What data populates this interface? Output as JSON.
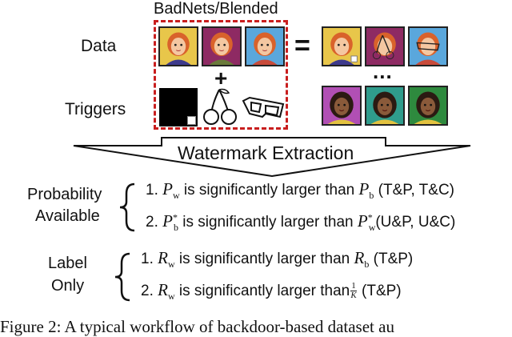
{
  "title": "BadNets/Blended",
  "row_labels": {
    "data": "Data",
    "triggers": "Triggers"
  },
  "equals": "=",
  "plus": "+",
  "ellipsis": "...",
  "banner": "Watermark Extraction",
  "groups": [
    {
      "label_line1": "Probability",
      "label_line2": "Available",
      "items": [
        {
          "num": "1.",
          "lhs": "P",
          "lhs_sub": "w",
          "lhs_sup": "",
          "text": "is significantly larger than",
          "rhs": "P",
          "rhs_sub": "b",
          "rhs_sup": "",
          "tag": "(T&P, T&C)"
        },
        {
          "num": "2.",
          "lhs": "P",
          "lhs_sub": "b",
          "lhs_sup": "*",
          "text": "is significantly larger than",
          "rhs": "P",
          "rhs_sub": "w",
          "rhs_sup": "*",
          "tag": "(U&P, U&C)"
        }
      ]
    },
    {
      "label_line1": "Label",
      "label_line2": "Only",
      "items": [
        {
          "num": "1.",
          "lhs": "R",
          "lhs_sub": "w",
          "text": "is significantly larger than",
          "rhs": "R",
          "rhs_sub": "b",
          "tag": "(T&P)"
        },
        {
          "num": "2.",
          "lhs": "R",
          "lhs_sub": "w",
          "text": "is significantly larger than",
          "frac_num": "1",
          "frac_den": "K",
          "tag": "(T&P)"
        }
      ]
    }
  ],
  "caption": "Figure 2: A typical workflow of backdoor-based dataset au",
  "colors": {
    "dashed_box": "#c81e1e",
    "tile_yellow": "#e8c64a",
    "tile_magenta": "#8e2a63",
    "tile_blue": "#5aa7dc",
    "tile_purple": "#b14fb4",
    "tile_teal": "#2f9c8c",
    "tile_green": "#2e8a3e"
  },
  "icons": [
    "square-trigger-icon",
    "cherry-icon",
    "glasses-icon",
    "face-icon"
  ]
}
